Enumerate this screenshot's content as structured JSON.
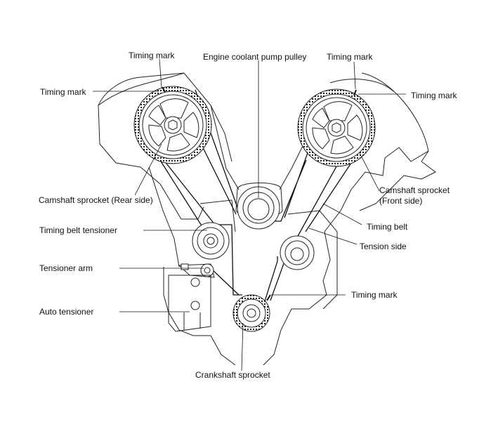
{
  "diagram": {
    "labels": {
      "timing_mark_top_left": "Timing mark",
      "timing_mark_left": "Timing mark",
      "coolant_pump": "Engine coolant pump pulley",
      "timing_mark_top_right": "Timing mark",
      "timing_mark_right": "Timing mark",
      "camshaft_rear": "Camshaft sprocket (Rear side)",
      "camshaft_front_1": "Camshaft sprocket",
      "camshaft_front_2": "(Front side)",
      "timing_belt": "Timing belt",
      "tension_side": "Tension side",
      "belt_tensioner": "Timing belt tensioner",
      "tensioner_arm": "Tensioner arm",
      "auto_tensioner": "Auto tensioner",
      "timing_mark_crank": "Timing mark",
      "crankshaft": "Crankshaft sprocket"
    }
  }
}
